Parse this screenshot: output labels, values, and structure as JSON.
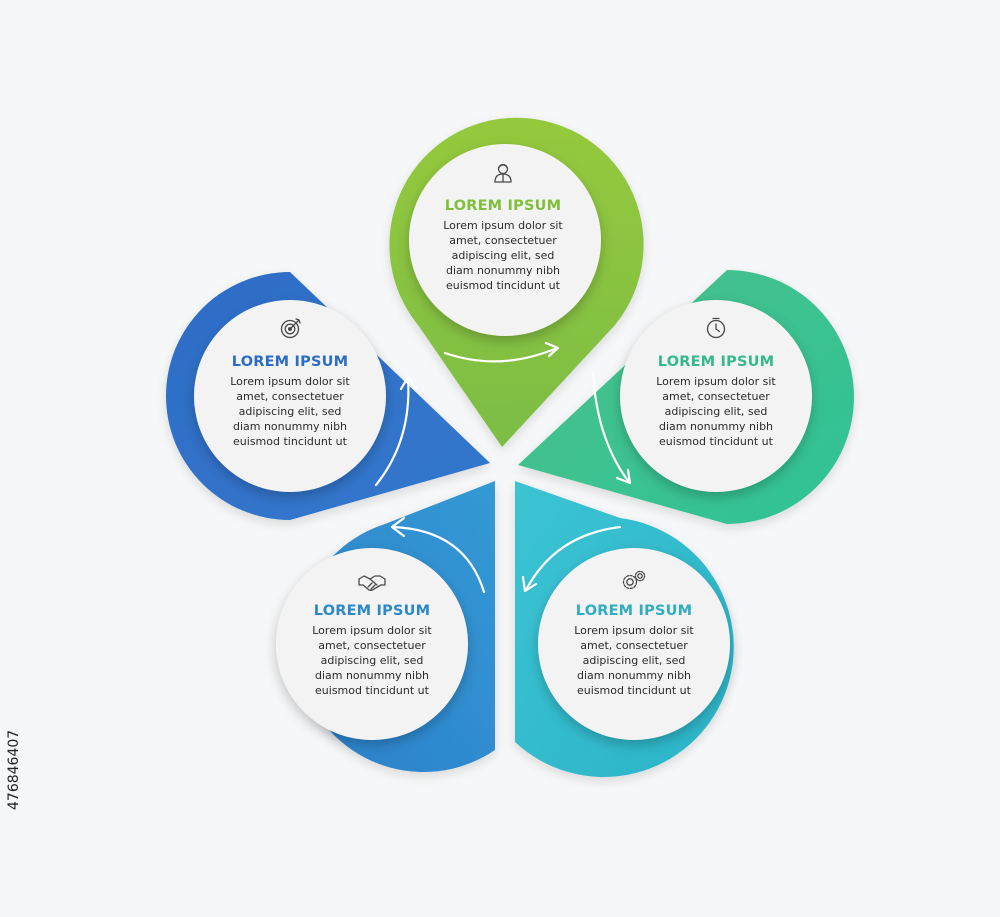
{
  "steps": [
    {
      "title": "LOREM IPSUM",
      "body": [
        "Lorem ipsum dolor sit",
        "amet, consectetuer",
        "adipiscing elit, sed",
        "diam nonummy nibh",
        "euismod tincidunt ut"
      ],
      "icon": "person-icon",
      "color": "#8bc53f"
    },
    {
      "title": "LOREM IPSUM",
      "body": [
        "Lorem ipsum dolor sit",
        "amet, consectetuer",
        "adipiscing elit, sed",
        "diam nonummy nibh",
        "euismod tincidunt ut"
      ],
      "icon": "clock-icon",
      "color": "#3ec28e"
    },
    {
      "title": "LOREM IPSUM",
      "body": [
        "Lorem ipsum dolor sit",
        "amet, consectetuer",
        "adipiscing elit, sed",
        "diam nonummy nibh",
        "euismod tincidunt ut"
      ],
      "icon": "gears-icon",
      "color": "#33b6cc"
    },
    {
      "title": "LOREM IPSUM",
      "body": [
        "Lorem ipsum dolor sit",
        "amet, consectetuer",
        "adipiscing elit, sed",
        "diam nonummy nibh",
        "euismod tincidunt ut"
      ],
      "icon": "handshake-icon",
      "color": "#2f8ccd"
    },
    {
      "title": "LOREM IPSUM",
      "body": [
        "Lorem ipsum dolor sit",
        "amet, consectetuer",
        "adipiscing elit, sed",
        "diam nonummy nibh",
        "euismod tincidunt ut"
      ],
      "icon": "target-icon",
      "color": "#2d6ec8"
    }
  ],
  "stock_id": "476846407"
}
